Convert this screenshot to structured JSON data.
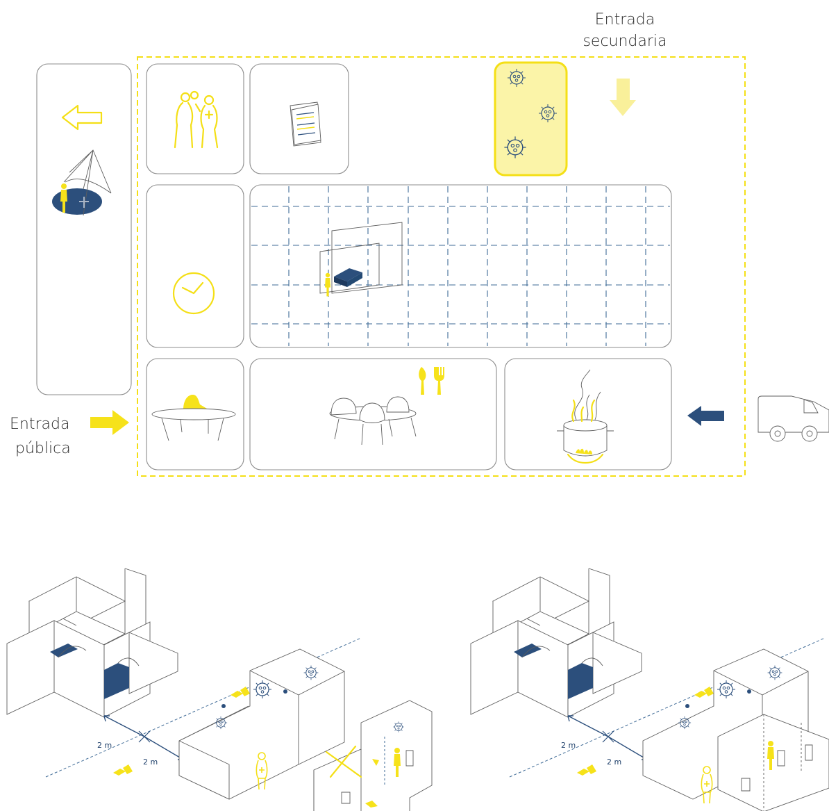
{
  "labels": {
    "secondary_entrance_line1": "Entrada",
    "secondary_entrance_line2": "secundaria",
    "public_entrance_line1": "Entrada",
    "public_entrance_line2": "pública"
  },
  "dimensions": {
    "left_a": "2 m",
    "left_b": "2 m",
    "right_a": "2 m",
    "right_b": "2 m"
  },
  "colors": {
    "accent_yellow": "#f6e21a",
    "navy": "#2c4f7c",
    "outline": "#8c8c8c"
  },
  "icons": [
    "arrow-left-icon",
    "umbrella-icon",
    "people-icon",
    "document-icon",
    "virus-icon",
    "arrow-down-icon",
    "clock-icon",
    "bed-icon",
    "table-icon",
    "chairs-icon",
    "cutlery-icon",
    "cooking-pot-icon",
    "arrow-icon",
    "truck-icon"
  ]
}
